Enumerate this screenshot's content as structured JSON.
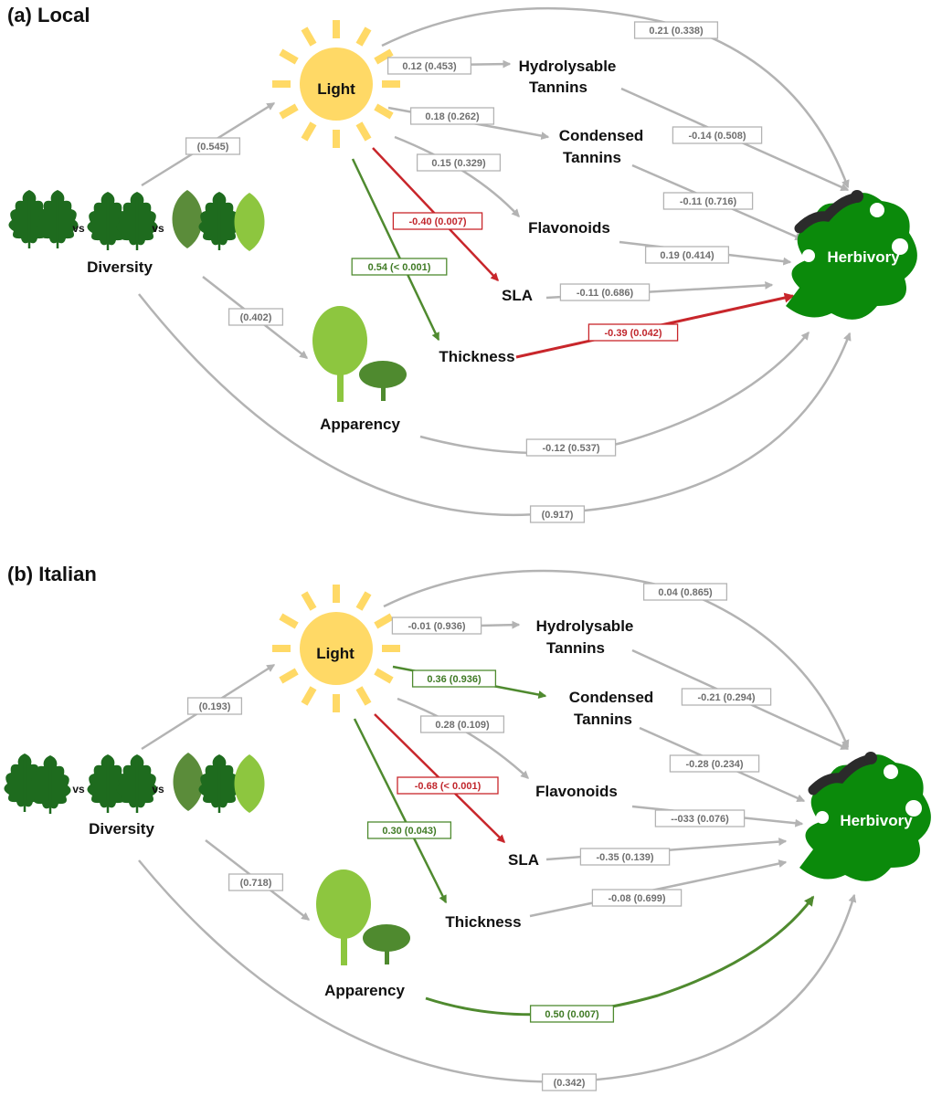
{
  "colors": {
    "grey": "#b3b3b3",
    "grey_text": "#6f6f6f",
    "red": "#c8262b",
    "red_text": "#c1272d",
    "green": "#4f8a2f",
    "green_text": "#3f7a24",
    "sun": "#ffd966",
    "leaf_dark": "#1e6b1e",
    "leaf_mid": "#2f8f2f",
    "leaf_olive": "#5b8c3a",
    "leaf_light": "#8dc63f",
    "tree_light": "#8dc63f",
    "tree_dark": "#4f8a2f",
    "herbivory": "#0b8a0b",
    "caterpillar": "#2b2b2b"
  },
  "icons": {
    "sun": "sun-icon",
    "leaves": "leaf-icons",
    "tree": "tree-icon",
    "herbivory": "chewed-leaf-icon",
    "caterpillar": "caterpillar-icon"
  },
  "vs_text": "vs",
  "panels": [
    {
      "id": "a",
      "title": "(a) Local",
      "nodes": {
        "light": "Light",
        "hydrolysable_1": "Hydrolysable",
        "hydrolysable_2": "Tannins",
        "condensed_1": "Condensed",
        "condensed_2": "Tannins",
        "flavonoids": "Flavonoids",
        "sla": "SLA",
        "thickness": "Thickness",
        "diversity": "Diversity",
        "apparency": "Apparency",
        "herbivory": "Herbivory"
      },
      "paths": [
        {
          "id": "div_light",
          "label": "(0.545)",
          "color": "grey"
        },
        {
          "id": "div_app",
          "label": "(0.402)",
          "color": "grey"
        },
        {
          "id": "div_herb",
          "label": "(0.917)",
          "color": "grey"
        },
        {
          "id": "light_hyd",
          "label": "0.12 (0.453)",
          "color": "grey"
        },
        {
          "id": "light_con",
          "label": "0.18 (0.262)",
          "color": "grey"
        },
        {
          "id": "light_flav",
          "label": "0.15 (0.329)",
          "color": "grey"
        },
        {
          "id": "light_sla",
          "label": "-0.40 (0.007)",
          "color": "red"
        },
        {
          "id": "light_thick",
          "label": "0.54 (< 0.001)",
          "color": "green"
        },
        {
          "id": "light_herb",
          "label": "0.21 (0.338)",
          "color": "grey"
        },
        {
          "id": "hyd_herb",
          "label": "-0.14 (0.508)",
          "color": "grey"
        },
        {
          "id": "con_herb",
          "label": "-0.11 (0.716)",
          "color": "grey"
        },
        {
          "id": "flav_herb",
          "label": "0.19 (0.414)",
          "color": "grey"
        },
        {
          "id": "sla_herb",
          "label": "-0.11 (0.686)",
          "color": "grey"
        },
        {
          "id": "thick_herb",
          "label": "-0.39 (0.042)",
          "color": "red"
        },
        {
          "id": "app_herb",
          "label": "-0.12 (0.537)",
          "color": "grey"
        }
      ]
    },
    {
      "id": "b",
      "title": "(b) Italian",
      "nodes": {
        "light": "Light",
        "hydrolysable_1": "Hydrolysable",
        "hydrolysable_2": "Tannins",
        "condensed_1": "Condensed",
        "condensed_2": "Tannins",
        "flavonoids": "Flavonoids",
        "sla": "SLA",
        "thickness": "Thickness",
        "diversity": "Diversity",
        "apparency": "Apparency",
        "herbivory": "Herbivory"
      },
      "paths": [
        {
          "id": "div_light",
          "label": "(0.193)",
          "color": "grey"
        },
        {
          "id": "div_app",
          "label": "(0.718)",
          "color": "grey"
        },
        {
          "id": "div_herb",
          "label": "(0.342)",
          "color": "grey"
        },
        {
          "id": "light_hyd",
          "label": "-0.01 (0.936)",
          "color": "grey"
        },
        {
          "id": "light_con",
          "label": "0.36 (0.936)",
          "color": "green"
        },
        {
          "id": "light_flav",
          "label": "0.28 (0.109)",
          "color": "grey"
        },
        {
          "id": "light_sla",
          "label": "-0.68 (< 0.001)",
          "color": "red"
        },
        {
          "id": "light_thick",
          "label": "0.30 (0.043)",
          "color": "green"
        },
        {
          "id": "light_herb",
          "label": "0.04 (0.865)",
          "color": "grey"
        },
        {
          "id": "hyd_herb",
          "label": "-0.21 (0.294)",
          "color": "grey"
        },
        {
          "id": "con_herb",
          "label": "-0.28 (0.234)",
          "color": "grey"
        },
        {
          "id": "flav_herb",
          "label": "--033 (0.076)",
          "color": "grey"
        },
        {
          "id": "sla_herb",
          "label": "-0.35 (0.139)",
          "color": "grey"
        },
        {
          "id": "thick_herb",
          "label": "-0.08 (0.699)",
          "color": "grey"
        },
        {
          "id": "app_herb",
          "label": "0.50 (0.007)",
          "color": "green"
        }
      ]
    }
  ]
}
